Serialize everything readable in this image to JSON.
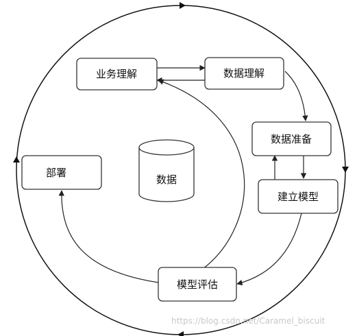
{
  "nodes": {
    "business_understanding": "业务理解",
    "data_understanding": "数据理解",
    "data_preparation": "数据准备",
    "modeling": "建立模型",
    "evaluation": "模型评估",
    "deployment": "部署",
    "data": "数据"
  },
  "watermark": "https://blog.csdn.net/Caramel_biscuit"
}
